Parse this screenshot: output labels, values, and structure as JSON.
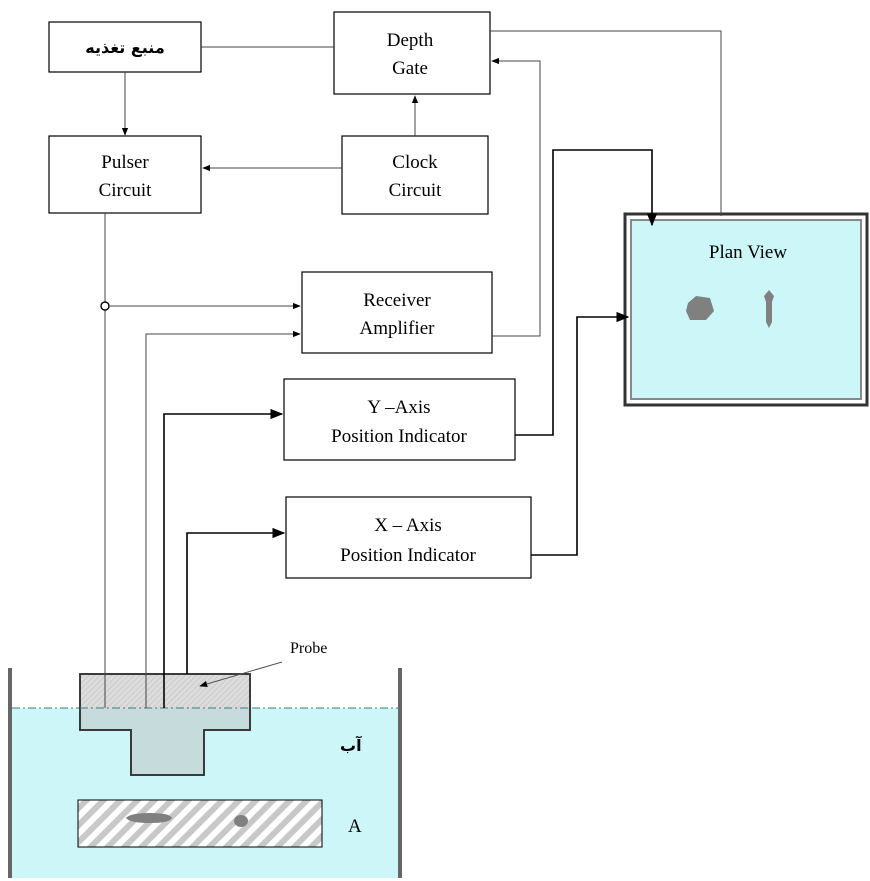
{
  "blocks": {
    "power_supply": "منبع تغذیه",
    "depth_gate": [
      "Depth",
      "Gate"
    ],
    "pulser": [
      "Pulser",
      "Circuit"
    ],
    "clock": [
      "Clock",
      "Circuit"
    ],
    "receiver": [
      "Receiver",
      "Amplifier"
    ],
    "y_axis": [
      "Y –Axis",
      "Position Indicator"
    ],
    "x_axis": [
      "X – Axis",
      "Position  Indicator"
    ],
    "plan_view": "Plan View"
  },
  "tank": {
    "probe_label": "Probe",
    "water_label": "آب",
    "specimen_label": "A"
  },
  "colors": {
    "water": "#ccf6f8",
    "plan_view_fill": "#ccf6f8",
    "probe_fill": "#c8d9d9",
    "flaw": "#808080",
    "hatch": "#c0c0c0"
  }
}
